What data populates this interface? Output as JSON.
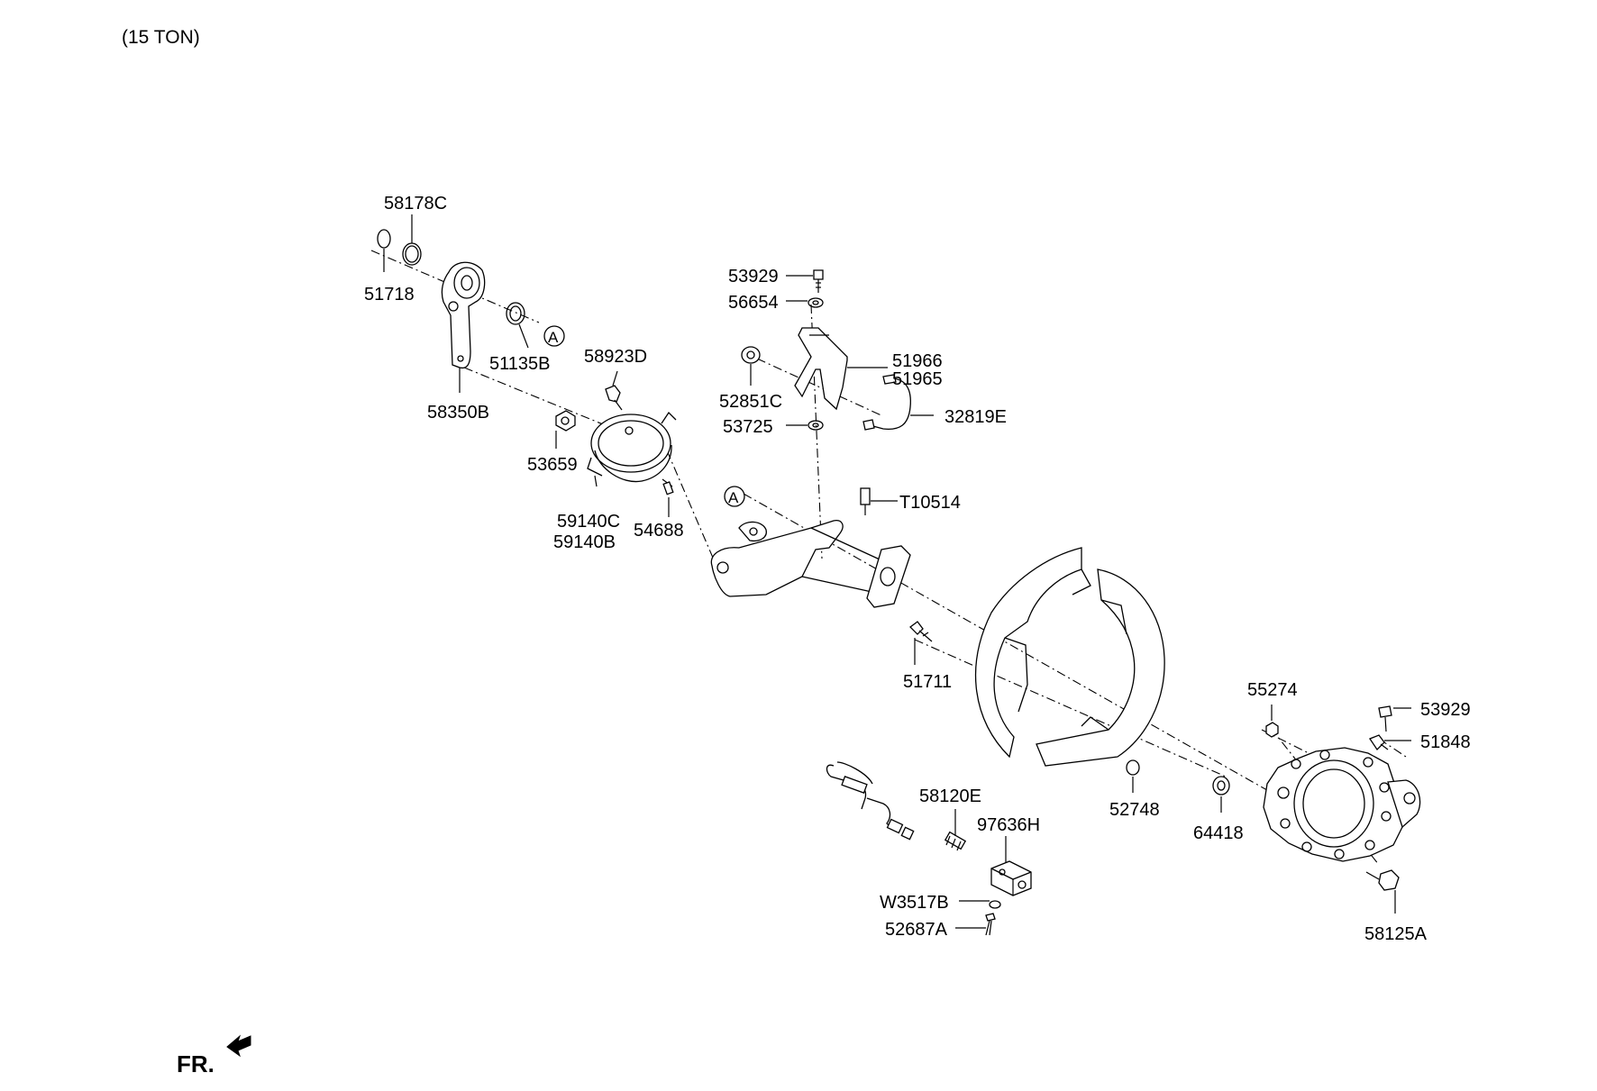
{
  "header": {
    "variant": "(15 TON)"
  },
  "orientation": {
    "front_label": "FR."
  },
  "reference_marker": "A",
  "parts": {
    "p58178C": "58178C",
    "p51718": "51718",
    "p51135B": "51135B",
    "p58350B": "58350B",
    "p58923D": "58923D",
    "p53659": "53659",
    "p59140C": "59140C",
    "p59140B": "59140B",
    "p54688": "54688",
    "p53929_top": "53929",
    "p56654": "56654",
    "p52851C": "52851C",
    "p53725": "53725",
    "p51966": "51966",
    "p51965": "51965",
    "p32819E": "32819E",
    "pT10514": "T10514",
    "p51711": "51711",
    "p55274": "55274",
    "p53929_right": "53929",
    "p51848": "51848",
    "p52748": "52748",
    "p64418": "64418",
    "p58120E": "58120E",
    "p97636H": "97636H",
    "pW3517B": "W3517B",
    "p52687A": "52687A",
    "p58125A": "58125A"
  }
}
